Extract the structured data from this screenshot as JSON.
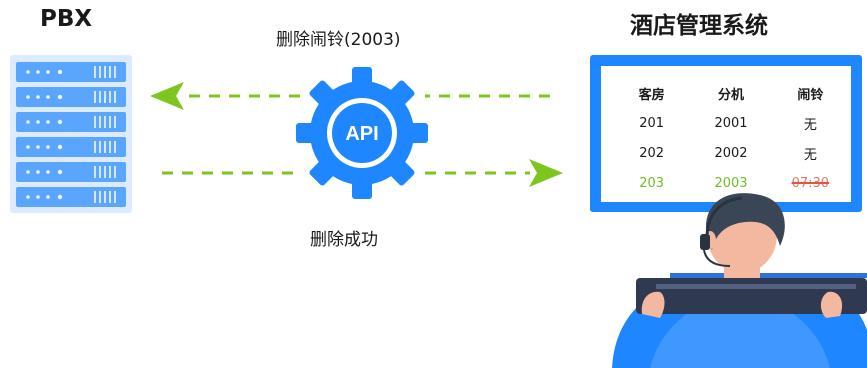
{
  "pbx": {
    "title": "PBX"
  },
  "hotel": {
    "title": "酒店管理系统"
  },
  "api": {
    "label": "API"
  },
  "flow": {
    "request_label": "删除闹铃(2003)",
    "response_label": "删除成功"
  },
  "screen_table": {
    "headers": [
      "客房",
      "分机",
      "闹铃"
    ],
    "rows": [
      [
        "201",
        "2001",
        "无"
      ],
      [
        "202",
        "2002",
        "无"
      ],
      [
        "203",
        "2003",
        "07:30"
      ]
    ]
  },
  "colors": {
    "accent_blue": "#1e86ff",
    "arrow_green": "#7dc51f",
    "server_blue": "#6cb0ff",
    "highlight_green": "#6cbf22",
    "strike_red": "#e25540"
  }
}
